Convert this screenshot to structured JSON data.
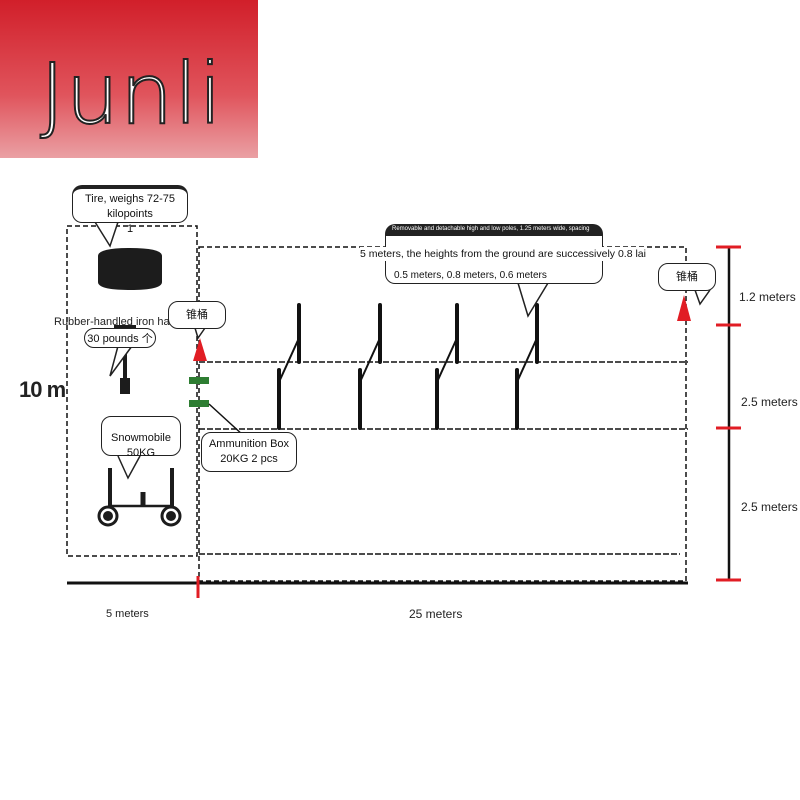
{
  "logo": {
    "text": "Junli"
  },
  "callouts": {
    "tire": "Tire, weighs 72-75 kilopoints",
    "tire_count": "1",
    "hammer_line1": "Rubber-handled iron hammer,",
    "hammer_line2": "30 pounds 个",
    "snowmobile": "Snowmobile 50KG",
    "ammo_line1": "Ammunition Box",
    "ammo_line2": "20KG 2 pcs",
    "anchor_left": "锥桶",
    "anchor_right": "锥桶",
    "poles_small": "Removable and detachable high and low poles, 1.25 meters wide, spacing",
    "poles_line2": "5 meters, the heights from the ground are successively 0.8 lai",
    "poles_line3": "0.5 meters, 0.8 meters, 0.6 meters"
  },
  "dimensions": {
    "left_height": "10 m",
    "right_top": "1.2 meters",
    "right_mid": "2.5 meters",
    "right_bottom": "2.5 meters",
    "bottom_left": "5 meters",
    "bottom_right": "25 meters"
  },
  "colors": {
    "brand_red": "#d11f2a",
    "marker_red": "#e11d24",
    "ammo_green": "#2e7d32",
    "line": "#111111"
  }
}
